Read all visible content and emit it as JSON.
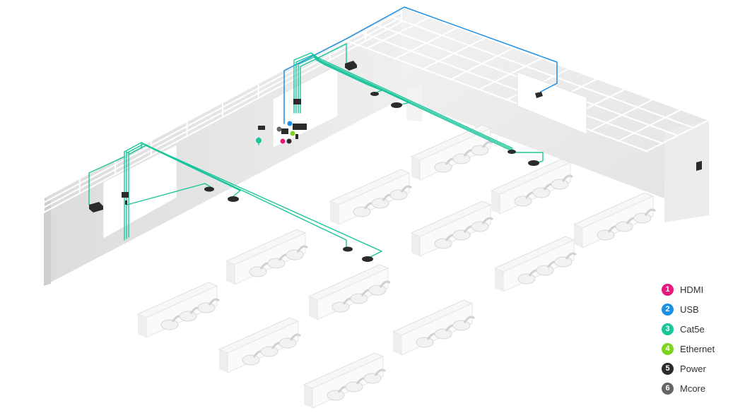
{
  "legend": {
    "items": [
      {
        "number": "1",
        "label": "HDMI",
        "color": "#e8177e",
        "icon": "hdmi-cable-icon"
      },
      {
        "number": "2",
        "label": "USB",
        "color": "#1a8fe8",
        "icon": "usb-cable-icon"
      },
      {
        "number": "3",
        "label": "Cat5e",
        "color": "#19c59a",
        "icon": "cat5e-cable-icon"
      },
      {
        "number": "4",
        "label": "Ethernet",
        "color": "#7ed321",
        "icon": "ethernet-cable-icon"
      },
      {
        "number": "5",
        "label": "Power",
        "color": "#2b2b2b",
        "icon": "power-cable-icon"
      },
      {
        "number": "6",
        "label": "Mcore",
        "color": "#666666",
        "icon": "mcore-cable-icon"
      }
    ]
  },
  "scene": {
    "wall_color": "#e9e9e9",
    "ceiling_grid_color": "#d7d7d7",
    "floor_color": "#ffffff",
    "cat5e_color": "#19c59a",
    "usb_color": "#1a8fe8",
    "device_color": "#2b2b2b"
  }
}
